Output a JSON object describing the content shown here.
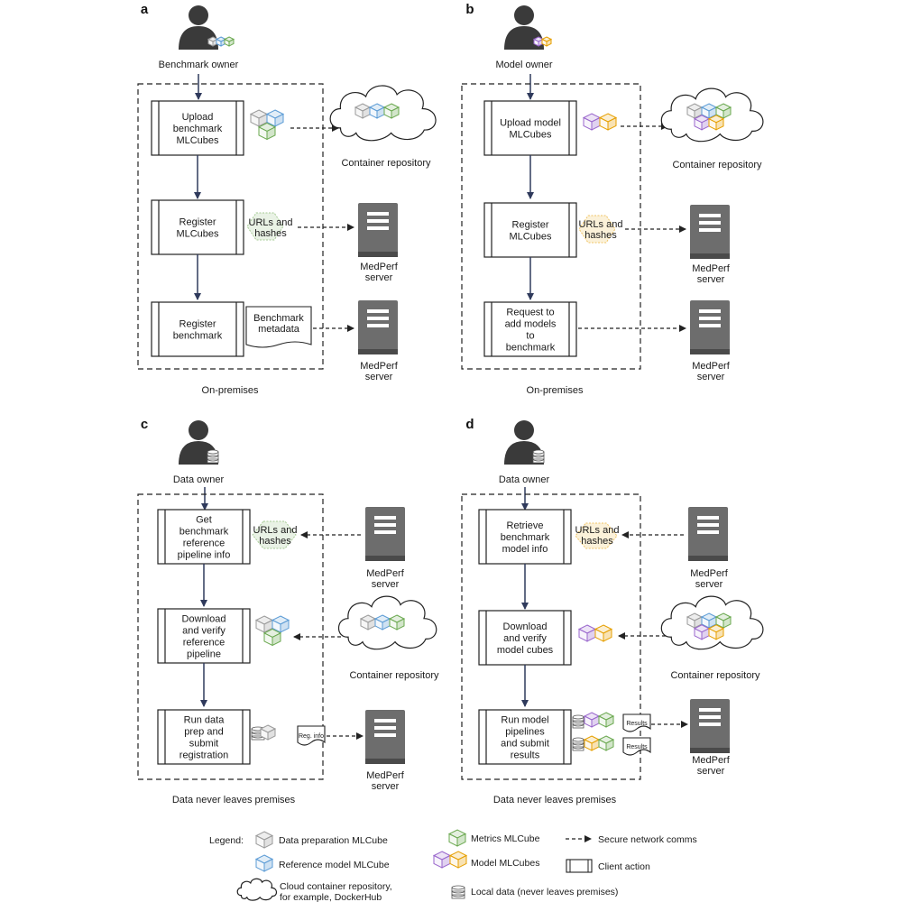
{
  "colors": {
    "arrow": "#2f3a5c",
    "server": "#6d6d6d",
    "server_dark": "#4a4a4a",
    "person": "#3a3a3a",
    "cube_data": "#9a9a9a",
    "cube_reference": "#5b9bd5",
    "cube_metrics": "#6aa84f",
    "cube_model_purple": "#9966cc",
    "cube_model_orange": "#e69f00"
  },
  "panels": {
    "a": {
      "letter": "a",
      "actor": "Benchmark owner",
      "steps": [
        [
          "Upload",
          "benchmark",
          "MLCubes"
        ],
        [
          "Register",
          "MLCubes"
        ],
        [
          "Register",
          "benchmark"
        ]
      ],
      "urls_label": [
        "URLs and",
        "hashes"
      ],
      "metadata_label": [
        "Benchmark",
        "metadata"
      ],
      "container_label": "Container repository",
      "server_label_1": [
        "MedPerf",
        "server"
      ],
      "server_label_2": [
        "MedPerf",
        "server"
      ],
      "footer": "On-premises"
    },
    "b": {
      "letter": "b",
      "actor": "Model owner",
      "steps": [
        [
          "Upload model",
          "MLCubes"
        ],
        [
          "Register",
          "MLCubes"
        ],
        [
          "Request to",
          "add models",
          "to",
          "benchmark"
        ]
      ],
      "urls_label": [
        "URLs and",
        "hashes"
      ],
      "container_label": "Container repository",
      "server_label_1": [
        "MedPerf",
        "server"
      ],
      "server_label_2": [
        "MedPerf",
        "server"
      ],
      "footer": "On-premises"
    },
    "c": {
      "letter": "c",
      "actor": "Data owner",
      "steps": [
        [
          "Get",
          "benchmark",
          "reference",
          "pipeline info"
        ],
        [
          "Download",
          "and verify",
          "reference",
          "pipeline"
        ],
        [
          "Run data",
          "prep and",
          "submit",
          "registration"
        ]
      ],
      "urls_label": [
        "URLs and",
        "hashes"
      ],
      "reg_label": "Reg. info",
      "container_label": "Container repository",
      "server_label_1": [
        "MedPerf",
        "server"
      ],
      "server_label_2": [
        "MedPerf",
        "server"
      ],
      "footer": "Data never leaves premises"
    },
    "d": {
      "letter": "d",
      "actor": "Data owner",
      "steps": [
        [
          "Retrieve",
          "benchmark",
          "model info"
        ],
        [
          "Download",
          "and verify",
          "model cubes"
        ],
        [
          "Run model",
          "pipelines",
          "and submit",
          "results"
        ]
      ],
      "urls_label": [
        "URLs and",
        "hashes"
      ],
      "results_label": "Results",
      "container_label": "Container repository",
      "server_label_1": [
        "MedPerf",
        "server"
      ],
      "server_label_2": [
        "MedPerf",
        "server"
      ],
      "footer": "Data never leaves premises"
    }
  },
  "legend": {
    "title": "Legend:",
    "data_prep": "Data preparation MLCube",
    "reference": "Reference model MLCube",
    "cloud": [
      "Cloud container repository,",
      "for example, DockerHub"
    ],
    "metrics": "Metrics MLCube",
    "model": "Model MLCubes",
    "local_data": "Local data (never leaves premises)",
    "secure": "Secure network comms",
    "client": "Client action"
  }
}
